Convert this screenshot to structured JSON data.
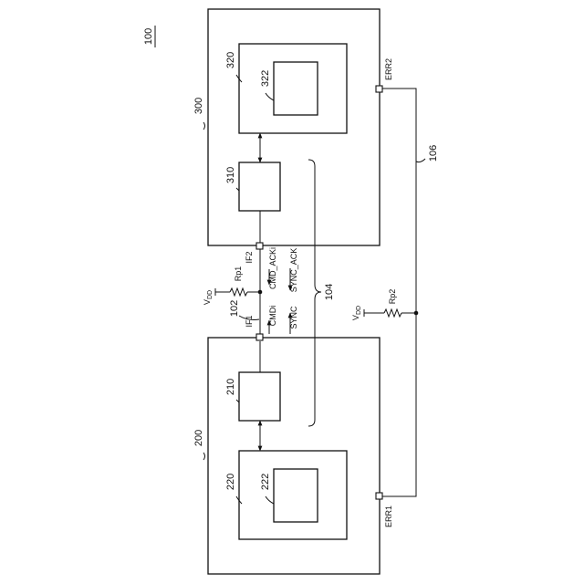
{
  "figure_number": "100",
  "device_a": {
    "label": "200",
    "interface": "210",
    "block": "220",
    "inner_block": "222",
    "interface_port": "IF1",
    "error_port": "ERR1"
  },
  "device_b": {
    "label": "300",
    "interface": "310",
    "block": "320",
    "inner_block": "322",
    "interface_port": "IF2",
    "error_port": "ERR2"
  },
  "interface_line": "102",
  "signal_group": "104",
  "error_line": "106",
  "pullup_1": {
    "supply": "V",
    "supply_sub": "DD",
    "resistor": "Rp1"
  },
  "pullup_2": {
    "supply": "V",
    "supply_sub": "DD",
    "resistor": "Rp2"
  },
  "signals": {
    "cmd": "CMDi",
    "sync": "SYNC",
    "cmd_ack": "CMD_ACKi",
    "sync_ack": "SYNC_ACK"
  }
}
